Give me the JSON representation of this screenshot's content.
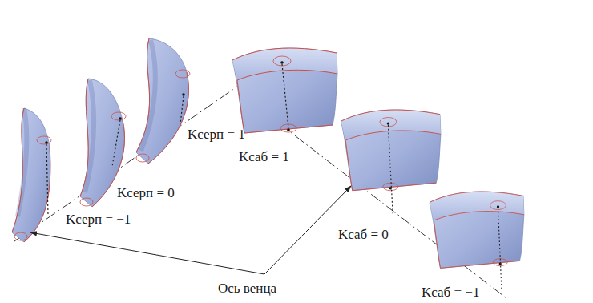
{
  "diagram": {
    "labels": [
      "Kсерп = 1",
      "Kсаб = 1",
      "Kсерп = 0",
      "Kсерп = −1",
      "Kсаб = 0",
      "Ось венца",
      "Kсаб = −1"
    ]
  }
}
